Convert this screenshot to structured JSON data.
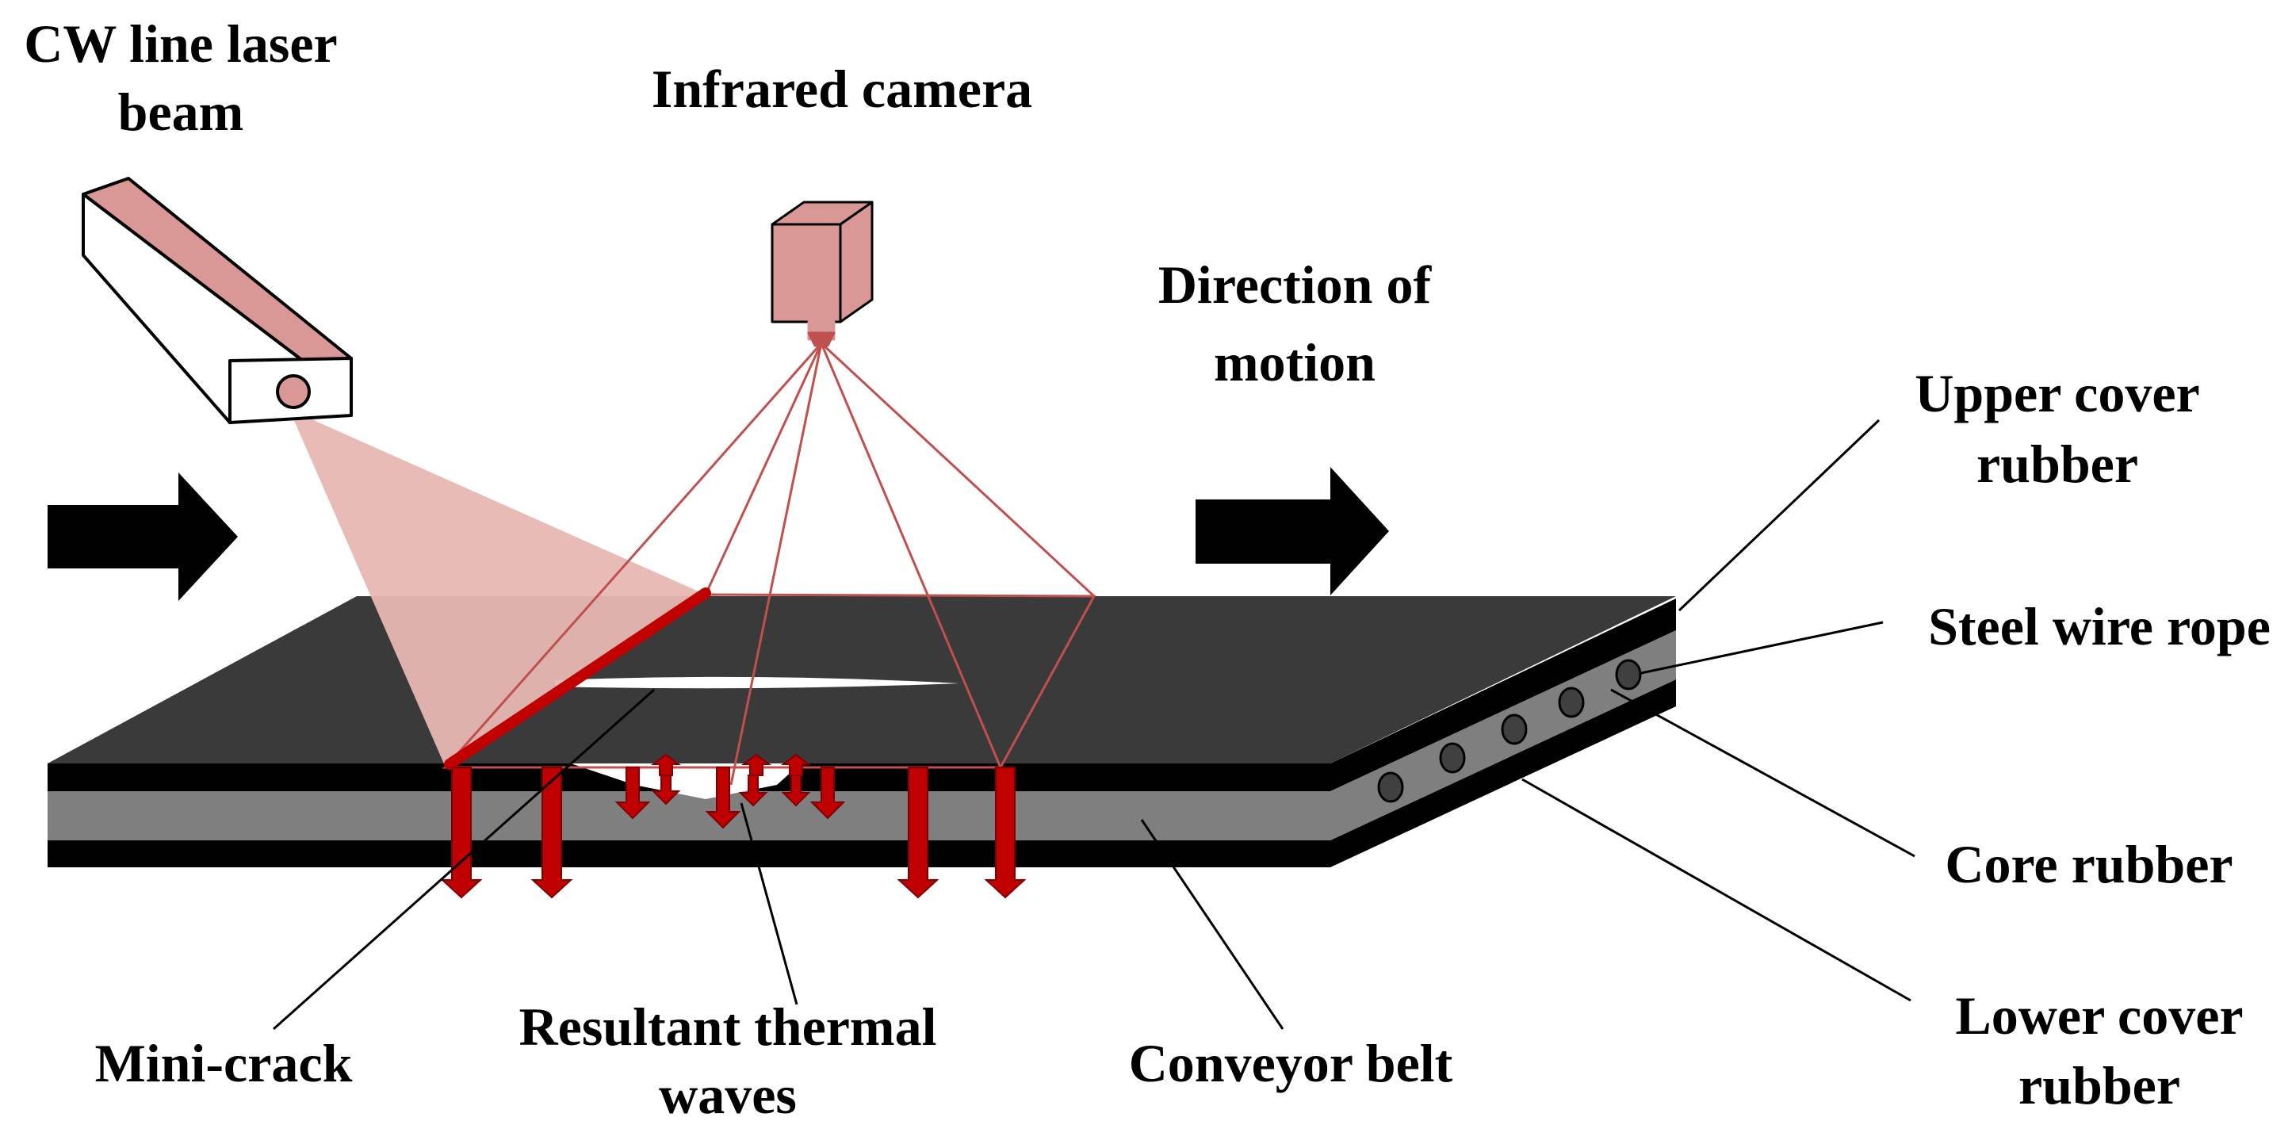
{
  "labels": {
    "laser_l1": "CW line laser",
    "laser_l2": "beam",
    "camera": "Infrared camera",
    "direction_l1": "Direction of",
    "direction_l2": "motion",
    "upper_l1": "Upper cover",
    "upper_l2": "rubber",
    "steel": "Steel wire rope",
    "core": "Core rubber",
    "lower_l1": "Lower cover",
    "lower_l2": "rubber",
    "minicrack": "Mini-crack",
    "thermal_l1": "Resultant thermal",
    "thermal_l2": "waves",
    "conveyor": "Conveyor belt"
  },
  "colors": {
    "belt_top": "#3a3a3a",
    "belt_black": "#000000",
    "core": "#7f7f7f",
    "laser_body": "#d99795",
    "laser_beam": "#e8b7b3",
    "camera_lines": "#c0504d",
    "thermal_arrow": "#c00000",
    "crack": "#ffffff",
    "motion_arrow": "#000000"
  }
}
